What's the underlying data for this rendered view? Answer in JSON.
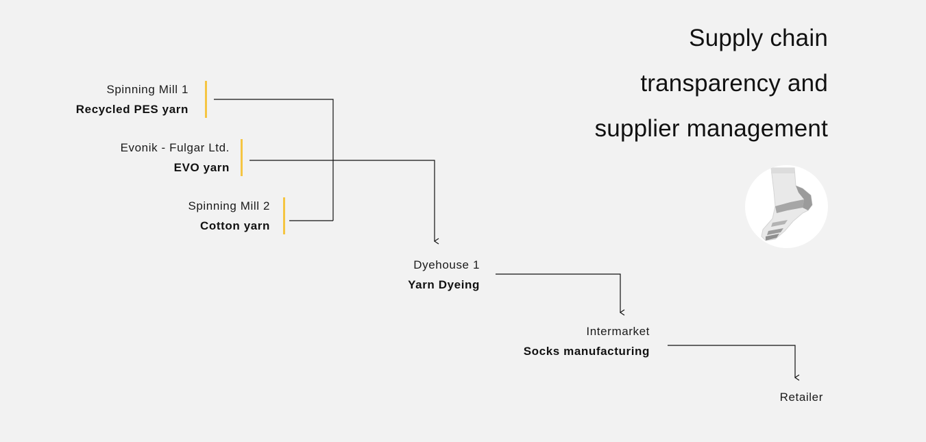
{
  "title": {
    "line1": "Supply chain",
    "line2": "transparency and",
    "line3": "supplier management"
  },
  "nodes": {
    "spinning_mill_1": {
      "name": "Spinning Mill 1",
      "role": "Recycled PES yarn"
    },
    "evonik": {
      "name": "Evonik - Fulgar Ltd.",
      "role": "EVO yarn"
    },
    "spinning_mill_2": {
      "name": "Spinning Mill 2",
      "role": "Cotton yarn"
    },
    "dyehouse": {
      "name": "Dyehouse 1",
      "role": "Yarn Dyeing"
    },
    "intermarket": {
      "name": "Intermarket",
      "role": "Socks manufacturing"
    },
    "retailer": {
      "name": "Retailer"
    }
  },
  "image": {
    "icon": "sock-icon"
  },
  "colors": {
    "background": "#f2f2f2",
    "accent": "#f5c542",
    "line": "#111111"
  }
}
